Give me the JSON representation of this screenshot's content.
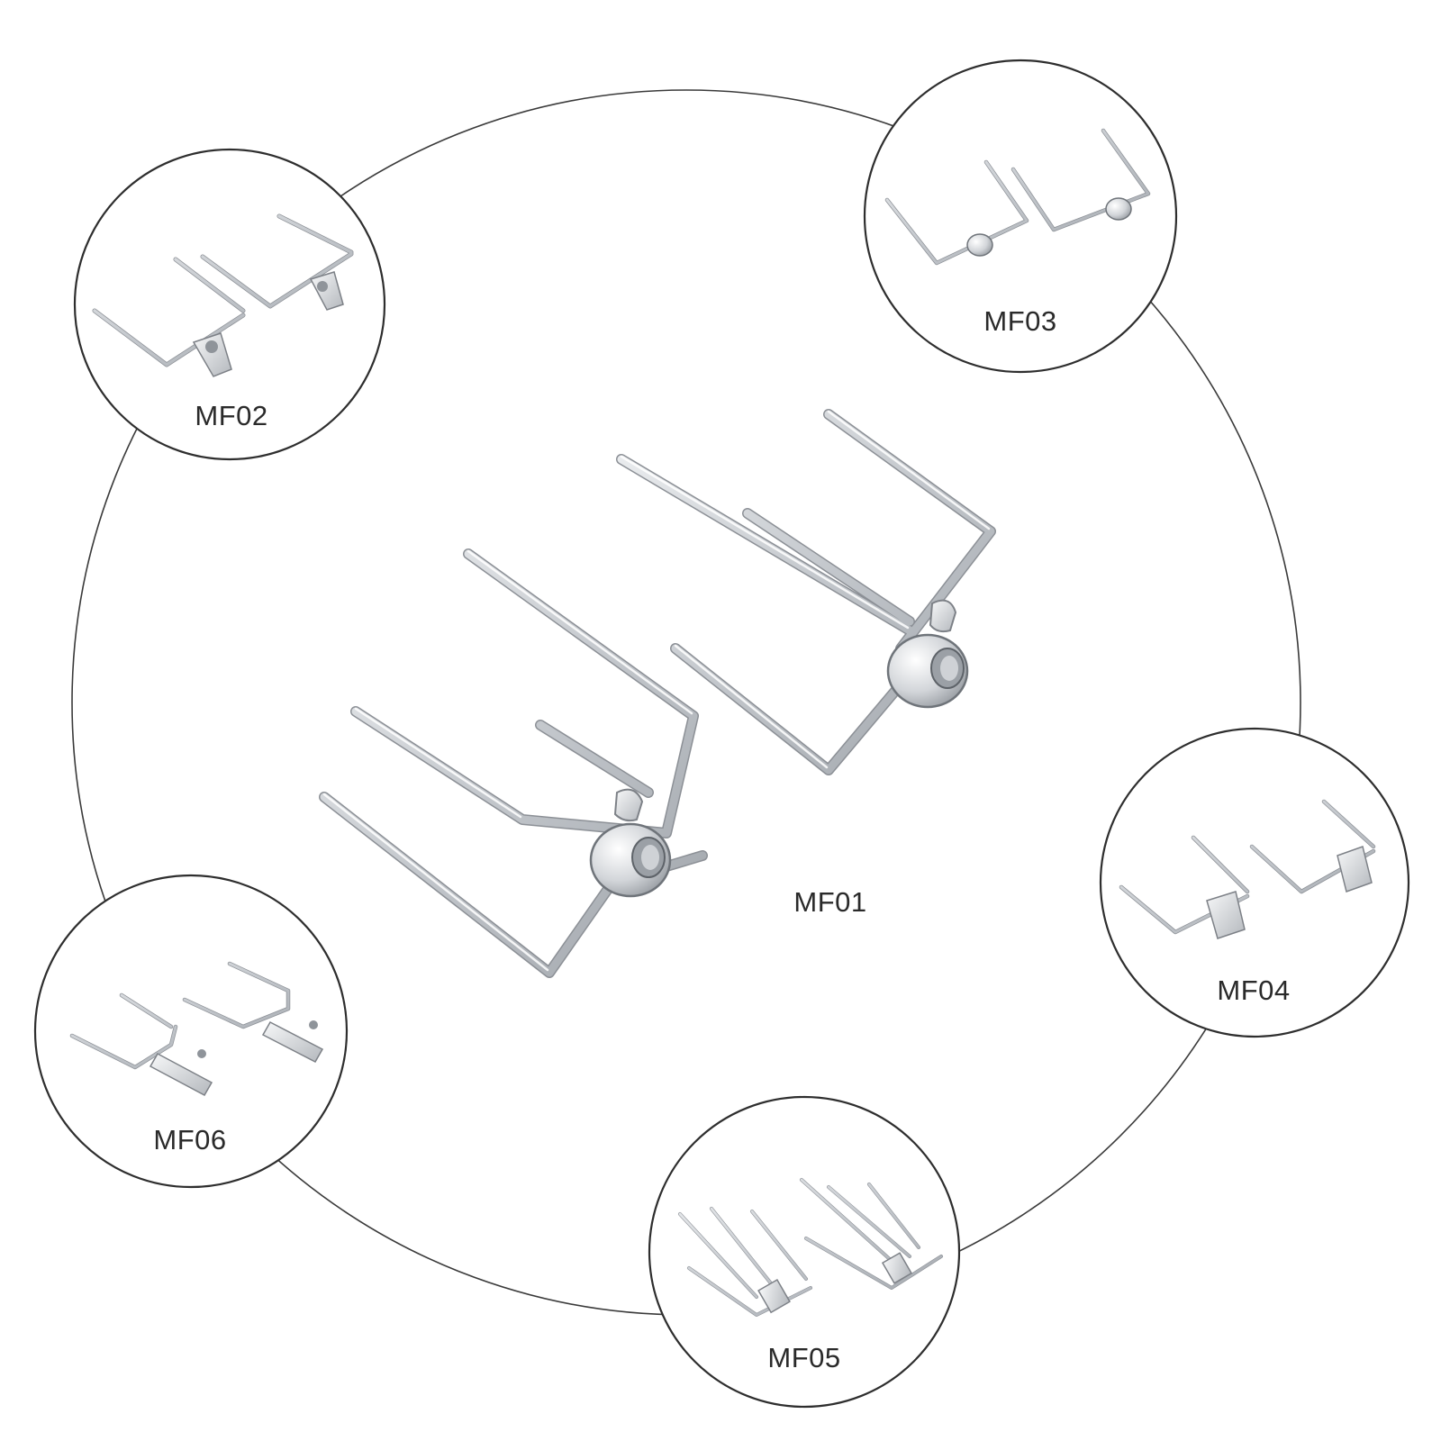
{
  "models": {
    "mf01": {
      "label": "MF01"
    },
    "mf02": {
      "label": "MF02"
    },
    "mf03": {
      "label": "MF03"
    },
    "mf04": {
      "label": "MF04"
    },
    "mf05": {
      "label": "MF05"
    },
    "mf06": {
      "label": "MF06"
    }
  },
  "colors": {
    "background": "#ffffff",
    "outline": "#2e2e2e",
    "steel_light": "#f4f5f7",
    "steel_mid": "#c9ccd1",
    "steel_dark": "#7d8187"
  }
}
